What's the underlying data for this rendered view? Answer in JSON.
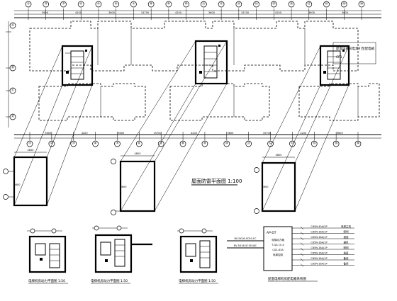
{
  "roof_plan_title": "屋面防雷平面图 1:100",
  "top_axis_labels": [
    "①",
    "②",
    "③",
    "④",
    "⑤",
    "⑥",
    "⑦",
    "⑧",
    "⑨",
    "⑩",
    "⑪",
    "⑫",
    "⑬",
    "⑭",
    "⑮",
    "⑯",
    "⑰",
    "⑱",
    "⑲",
    "⑳"
  ],
  "top_dimensions": [
    "3600",
    "4200",
    "3600",
    "15700",
    "4200",
    "3600",
    "15700",
    "4200",
    "3600",
    "3600"
  ],
  "bottom_axis_labels": [
    "①",
    "②",
    "③",
    "④",
    "⑤",
    "⑥",
    "⑦",
    "⑧",
    "⑨",
    "⑩",
    "⑪",
    "⑫",
    "⑬",
    "⑭",
    "⑮",
    "⑯"
  ],
  "bottom_dimensions": [
    "3600",
    "4200",
    "3600",
    "15700",
    "4200",
    "3600",
    "15700",
    "4200",
    "3600"
  ],
  "left_axis_labels": [
    "Ⓐ",
    "Ⓑ",
    "Ⓒ",
    "Ⓓ"
  ],
  "callout_note": "屋面设备间电源引至配电箱",
  "callout_note_2": "CF1",
  "detail_boxes": [
    {
      "dim_top": "4800",
      "dim_side": "3600"
    },
    {
      "dim_top": "4800",
      "dim_side": "3600"
    },
    {
      "dim_top": "4800",
      "dim_side": "3600"
    }
  ],
  "stair_plans": [
    {
      "caption": "电梯机房动力平面图 1:50"
    },
    {
      "caption": "电梯机房动力平面图 1:50"
    },
    {
      "caption": "电梯机房动力平面图 1:50"
    }
  ],
  "system_diagram": {
    "caption": "屋面电梯机房配电箱系统图",
    "panel_label": "AP-DT",
    "panel_lines": [
      "电梯动力箱",
      "T-QA 10-4",
      "CD1-63A",
      "电梯控制"
    ],
    "incoming": [
      "BV-5X16-SC50-FC",
      "BV-5X16-SC50-WC"
    ],
    "circuits": [
      "C65N-40A/3P",
      "C65N-16A/1P",
      "C65N-16A/1P",
      "C65N-16A/1P",
      "C65N-16A/1P",
      "C65N-16A/1P",
      "C65N-16A/1P",
      "C65N-16A/1P"
    ],
    "circuit_loads": [
      "电梯主机",
      "照明",
      "插座",
      "通风",
      "照明",
      "插座",
      "备用",
      "备用"
    ]
  }
}
